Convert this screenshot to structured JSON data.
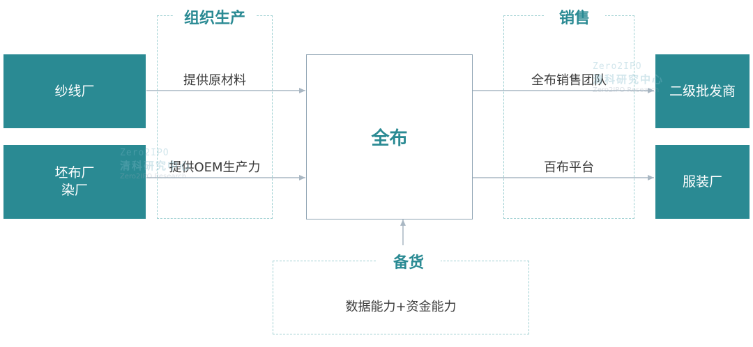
{
  "suppliers": [
    {
      "label": "纱线厂"
    },
    {
      "label_line1": "坯布厂",
      "label_line2": "染厂"
    }
  ],
  "customers": [
    {
      "label": "二级批发商"
    },
    {
      "label": "服装厂"
    }
  ],
  "center": {
    "label": "全布"
  },
  "groups": {
    "production": {
      "title": "组织生产"
    },
    "sales": {
      "title": "销售"
    },
    "stock": {
      "title": "备货",
      "body": "数据能力+资金能力"
    }
  },
  "arrows": {
    "provide_materials": "提供原材料",
    "provide_oem": "提供OEM生产力",
    "sales_team": "全布销售团队",
    "platform": "百布平台"
  },
  "watermarks": [
    {
      "top": "Zero2IPO",
      "mid": "清科研究中心",
      "bot": "Zero2IPO Research"
    },
    {
      "top": "Zero2IPO",
      "mid": "清科研究中心",
      "bot": "Zero2IPO Research"
    }
  ],
  "colors": {
    "accent": "#2a8a93",
    "dashed": "#9fd0d2",
    "arrow": "#a9b7c3"
  }
}
